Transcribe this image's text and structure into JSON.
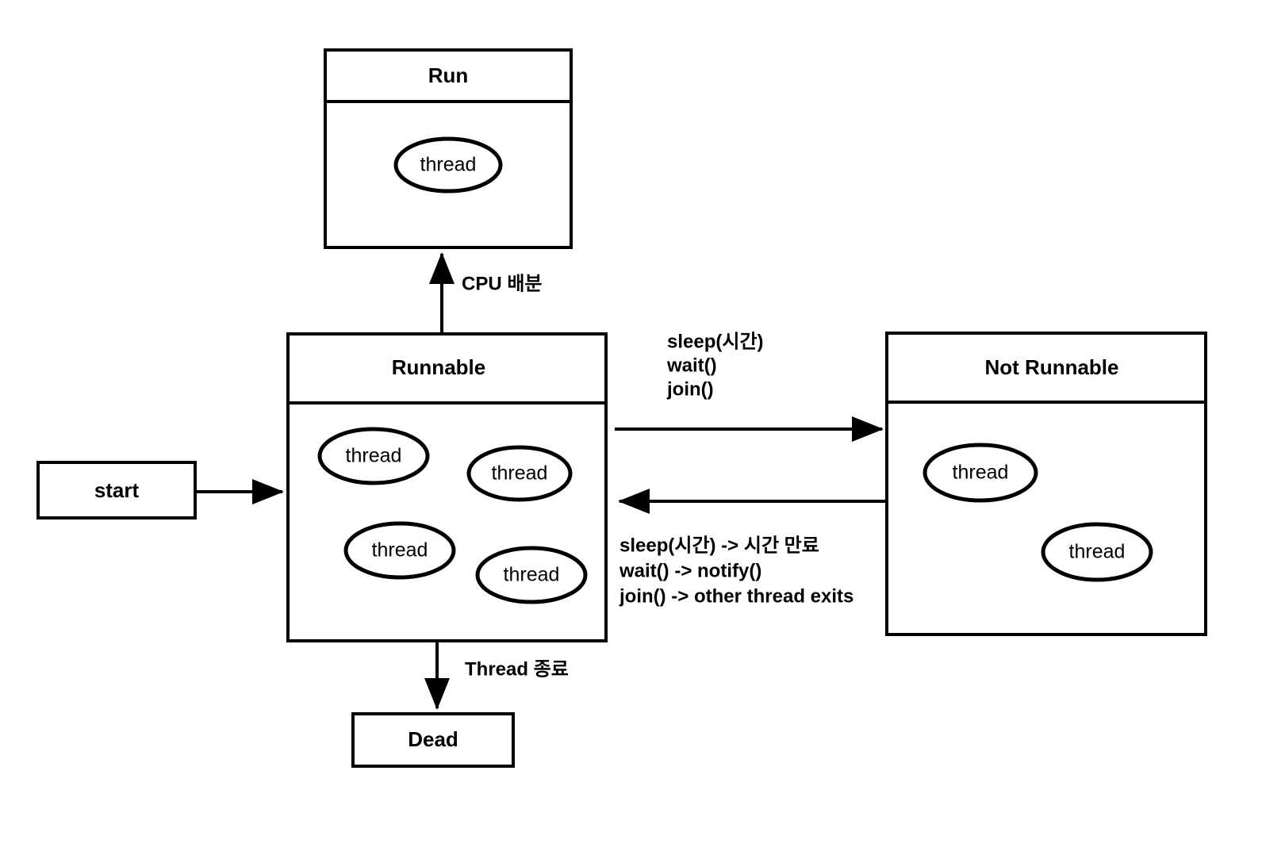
{
  "diagram": {
    "title": "Java Thread Lifecycle State Diagram",
    "background_color": "#ffffff",
    "stroke_color": "#000000",
    "states": {
      "run": {
        "label": "Run",
        "threads": [
          {
            "label": "thread"
          }
        ]
      },
      "runnable": {
        "label": "Runnable",
        "threads": [
          {
            "label": "thread"
          },
          {
            "label": "thread"
          },
          {
            "label": "thread"
          },
          {
            "label": "thread"
          }
        ]
      },
      "not_runnable": {
        "label": "Not Runnable",
        "threads": [
          {
            "label": "thread"
          },
          {
            "label": "thread"
          }
        ]
      },
      "start": {
        "label": "start"
      },
      "dead": {
        "label": "Dead"
      }
    },
    "transitions": {
      "start_to_runnable": {
        "label": ""
      },
      "runnable_to_run": {
        "label": "CPU 배분"
      },
      "runnable_to_not_runnable": {
        "lines": [
          "sleep(시간)",
          "wait()",
          "join()"
        ]
      },
      "not_runnable_to_runnable": {
        "lines": [
          "sleep(시간) -> 시간 만료",
          "wait() -> notify()",
          "join() -> other thread exits"
        ]
      },
      "runnable_to_dead": {
        "label": "Thread 종료"
      }
    }
  }
}
